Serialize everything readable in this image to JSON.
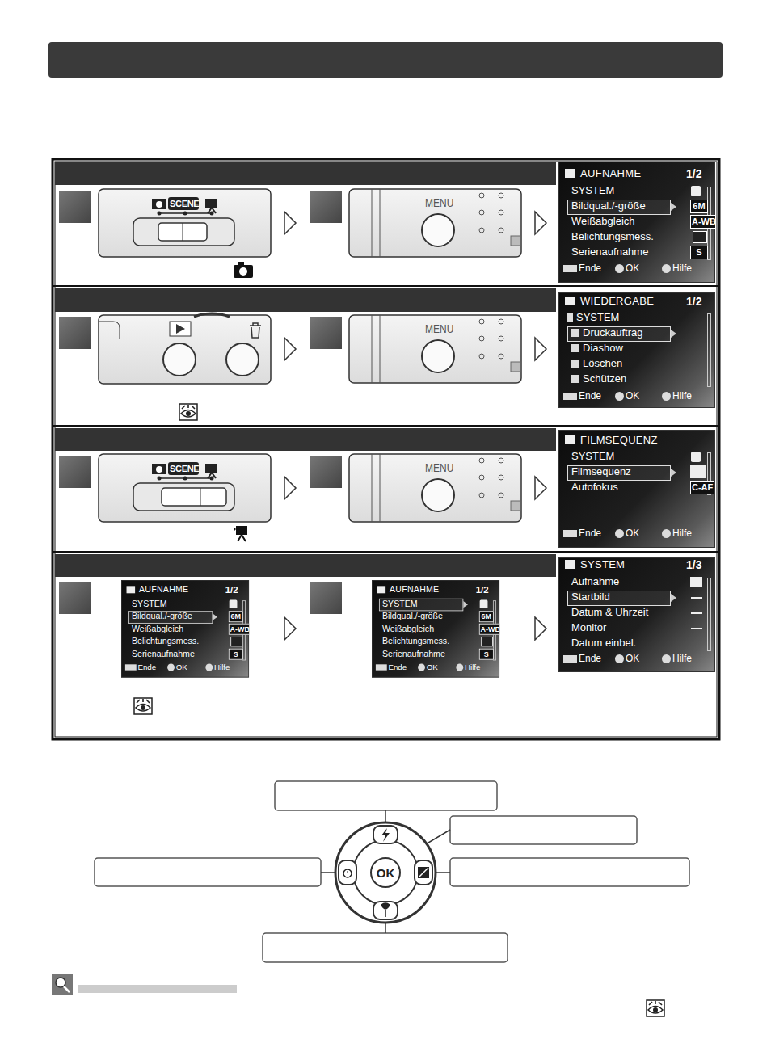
{
  "diagram": {
    "nodes": [
      {
        "text": [
          "AUFNAHME",
          "1/2",
          "SYSTEM",
          "Bildqual./-größe",
          "Weißabgleich",
          "Belichtungsmess.",
          "Serienaufnahme",
          "6M",
          "A-WB",
          "S",
          "Ende",
          "OK",
          "Hilfe"
        ]
      },
      {
        "text": [
          "WIEDERGABE",
          "1/2",
          "SYSTEM",
          "Druckauftrag",
          "Diashow",
          "Löschen",
          "Schützen",
          "Ende",
          "OK",
          "Hilfe"
        ]
      },
      {
        "text": [
          "FILMSEQUENZ",
          "SYSTEM",
          "Filmsequenz",
          "Autofokus",
          "C-AF",
          "Ende",
          "OK",
          "Hilfe"
        ]
      },
      {
        "text": [
          "AUFNAHME",
          "1/2",
          "SYSTEM",
          "Bildqual./-größe",
          "Weißabgleich",
          "Belichtungsmess.",
          "Serienaufnahme",
          "6M",
          "A-WB",
          "S",
          "Ende",
          "OK",
          "Hilfe"
        ]
      },
      {
        "text": [
          "AUFNAHME",
          "1/2",
          "SYSTEM",
          "Bildqual./-größe",
          "Weißabgleich",
          "Belichtungsmess.",
          "Serienaufnahme",
          "6M",
          "A-WB",
          "S",
          "Ende",
          "OK",
          "Hilfe"
        ]
      },
      {
        "text": [
          "SYSTEM",
          "1/3",
          "Aufnahme",
          "Startbild",
          "Datum & Uhrzeit",
          "Monitor",
          "Datum einbel.",
          "Ende",
          "OK",
          "Hilfe"
        ]
      }
    ],
    "labels": [
      "SCENE",
      "MENU",
      "MENU",
      "SCENE",
      "MENU",
      "OK"
    ]
  }
}
